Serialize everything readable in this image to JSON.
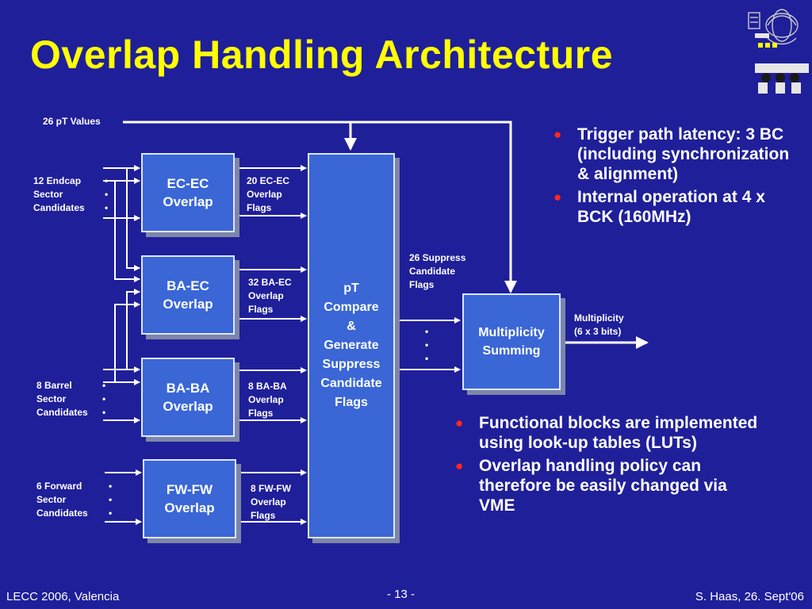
{
  "title": "Overlap Handling Architecture",
  "diagram": {
    "inputs": {
      "pt_values": "26 pT Values",
      "endcap": "12 Endcap\nSector\nCandidates",
      "barrel": "8 Barrel\nSector\nCandidates",
      "forward": "6 Forward\nSector\nCandidates",
      "dots": "•\n•\n•"
    },
    "blocks": {
      "ec_ec": "EC-EC\nOverlap",
      "ba_ec": "BA-EC\nOverlap",
      "ba_ba": "BA-BA\nOverlap",
      "fw_fw": "FW-FW\nOverlap",
      "pt_compare": "pT\nCompare\n&\nGenerate\nSuppress\nCandidate\nFlags",
      "multiplicity": "Multiplicity\nSumming"
    },
    "flags": {
      "ec_ec": "20 EC-EC\nOverlap\nFlags",
      "ba_ec": "32 BA-EC\nOverlap\nFlags",
      "ba_ba": "8 BA-BA\nOverlap\nFlags",
      "fw_fw": "8 FW-FW\nOverlap\nFlags",
      "suppress": "26 Suppress\nCandidate\nFlags",
      "output": "Multiplicity\n(6 x 3 bits)"
    }
  },
  "bullets_top": [
    "Trigger path latency: 3 BC (including synchronization & alignment)",
    "Internal operation at 4 x BCK (160MHz)"
  ],
  "bullets_bottom": [
    "Functional blocks are implemented using look-up tables (LUTs)",
    "Overlap handling policy can therefore be easily changed via VME"
  ],
  "bullet_glyph": "●",
  "footer": {
    "left": "LECC 2006, Valencia",
    "center": "- 13 -",
    "right": "S. Haas, 26. Sept'06"
  },
  "colors": {
    "background": "#1f1f9a",
    "title": "#ffff00",
    "box_fill": "#3a66d6",
    "bullet": "#ff2a1a"
  }
}
